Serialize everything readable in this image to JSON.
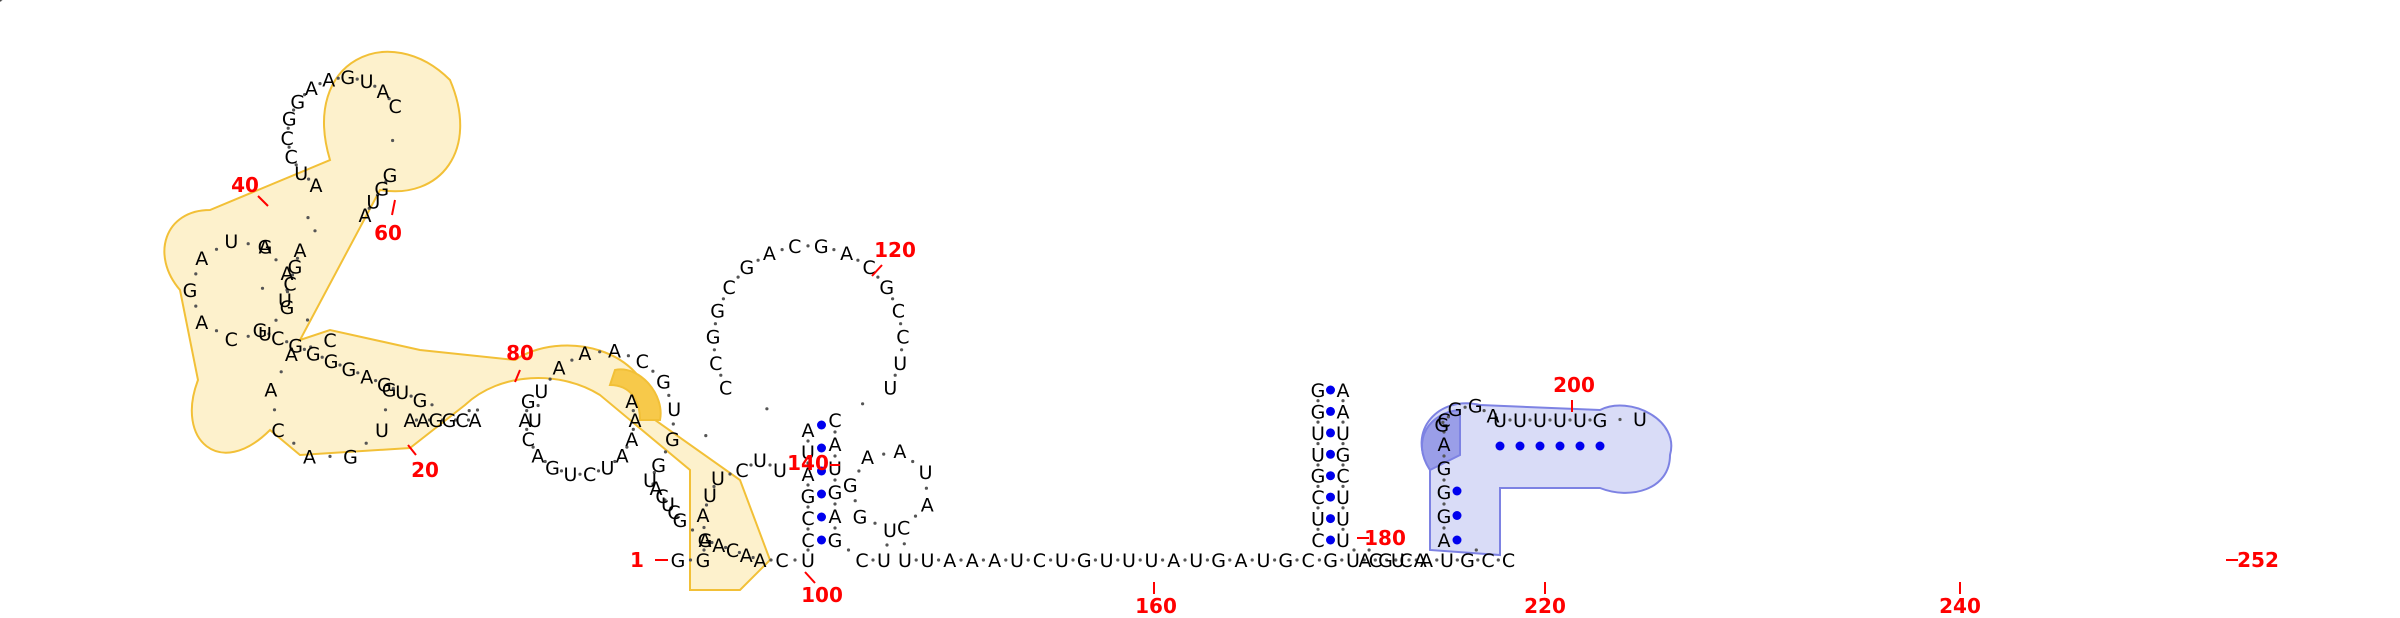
{
  "diagram": {
    "sequence": "GGGAUUCUUAAAAUCUGACAGAAGGCAGUGACAACUCGAAUCCGGAAGUACGGUAAAGUCAGAUGGCGGGGAGUGUUAAACGUGGUACUCGAACAACUCCGAUACCGGCGACGACGCCUUCAUGAGCUUGGAAUACUUAAAUCUGUUUAUGAUGCGUCUACUCGUUGGCAAUGCUUUAGCAUGCCAGGGACGGGAUUUUUGU",
    "colors": {
      "pair_dot": "#0000ee",
      "number_label": "#ff0000",
      "highlight_yellow_fill": "#fdf1cc",
      "highlight_yellow_stroke": "#f2c037",
      "highlight_yellow_dark": "#f7c94a",
      "highlight_blue_fill": "#d9dcf7",
      "highlight_blue_stroke": "#7d82e3",
      "highlight_blue_dark": "#9a9ee8"
    },
    "number_labels": [
      "1",
      "20",
      "40",
      "60",
      "80",
      "100",
      "120",
      "140",
      "160",
      "180",
      "200",
      "220",
      "240",
      "252"
    ]
  }
}
